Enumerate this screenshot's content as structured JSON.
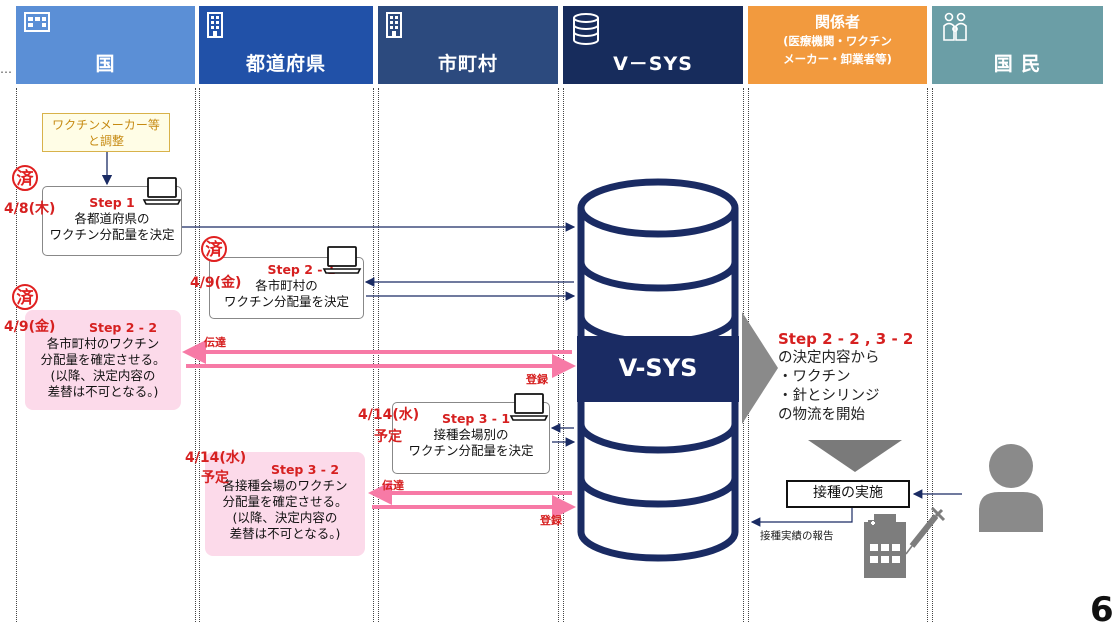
{
  "headers": {
    "kuni": "国",
    "todofuken": "都道府県",
    "shichoson": "市町村",
    "vsys": "V－SYS",
    "kankeisha": "関係者",
    "kankeisha_sub1": "(医療機関・ワクチン",
    "kankeisha_sub2": "メーカー・卸業者等)",
    "kokumin": "国 民"
  },
  "ellipsis": "…",
  "coordinate_box": {
    "line1": "ワクチンメーカー等",
    "line2": "と調整"
  },
  "zumi": "済",
  "step1": {
    "date": "4/8(木)",
    "step": "Step 1",
    "line1": "各都道府県の",
    "line2": "ワクチン分配量を決定"
  },
  "step21": {
    "date": "4/9(金)",
    "step": "Step 2 - 1",
    "line1": "各市町村の",
    "line2": "ワクチン分配量を決定"
  },
  "step22": {
    "date": "4/9(金)",
    "step": "Step 2 - 2",
    "line1": "各市町村のワクチン",
    "line2": "分配量を確定させる。",
    "line3": "(以降、決定内容の",
    "line4": "差替は不可となる。)"
  },
  "step31": {
    "date": "4/14(水)",
    "status": "予定",
    "step": "Step 3 - 1",
    "line1": "接種会場別の",
    "line2": "ワクチン分配量を決定"
  },
  "step32": {
    "date": "4/14(水)",
    "status": "予定",
    "step": "Step 3 - 2",
    "line1": "各接種会場のワクチン",
    "line2": "分配量を確定させる。",
    "line3": "(以降、決定内容の",
    "line4": "差替は不可となる。)"
  },
  "arrow_labels": {
    "dentatsu": "伝達",
    "toroku": "登録"
  },
  "vsys_label": "V-SYS",
  "logistics": {
    "title": "Step 2 - 2 , 3 - 2",
    "line1": "の決定内容から",
    "line2": "・ワクチン",
    "line3": "・針とシリンジ",
    "line4": "の物流を開始"
  },
  "vaccination_box": "接種の実施",
  "report_label": "接種実績の報告",
  "page_number": "6",
  "colors": {
    "kuni": "#5b8fd6",
    "todofuken": "#2151a8",
    "shichoson": "#2c4a7e",
    "vsys": "#172c5c",
    "kankeisha": "#f29a3e",
    "kokumin": "#6b9ea6",
    "cylinder": "#1a2b63",
    "pink_arrow": "#f77aa6",
    "red_text": "#d62020"
  }
}
